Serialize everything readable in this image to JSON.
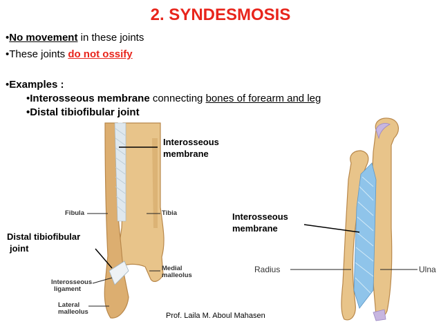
{
  "slide": {
    "title": "2. SYNDESMOSIS",
    "bullets": {
      "b1_bold": "No movement",
      "b1_rest": " in these joints",
      "b2_start": "These joints ",
      "b2_red": "do not ossify",
      "examples": "Examples :",
      "ex1_bold": "Interosseous membrane",
      "ex1_mid": " connecting ",
      "ex1_under": "bones of forearm and leg",
      "ex2": "Distal tibiofibular joint",
      "bullet": "•"
    },
    "leg_figure": {
      "callout_interosseous": [
        "Interosseous",
        "membrane"
      ],
      "callout_distal": [
        "Distal tibiofibular",
        "joint"
      ],
      "fibula": "Fibula",
      "tibia": "Tibia",
      "medial_malleolus": [
        "Medial",
        "malleolus"
      ],
      "interosseous_ligament": [
        "Interosseous",
        "ligament"
      ],
      "lateral_malleolus": [
        "Lateral",
        "malleolus"
      ]
    },
    "forearm_figure": {
      "callout_interosseous": [
        "Interosseous",
        "membrane"
      ],
      "radius": "Radius",
      "ulna": "Ulna"
    },
    "credit": "Prof. Laila M. Aboul Mahasen",
    "colors": {
      "title": "#e8251c",
      "bone": "#e8c48a",
      "bone_shade": "#c99a5a",
      "membrane": "#8fc4ea"
    }
  }
}
